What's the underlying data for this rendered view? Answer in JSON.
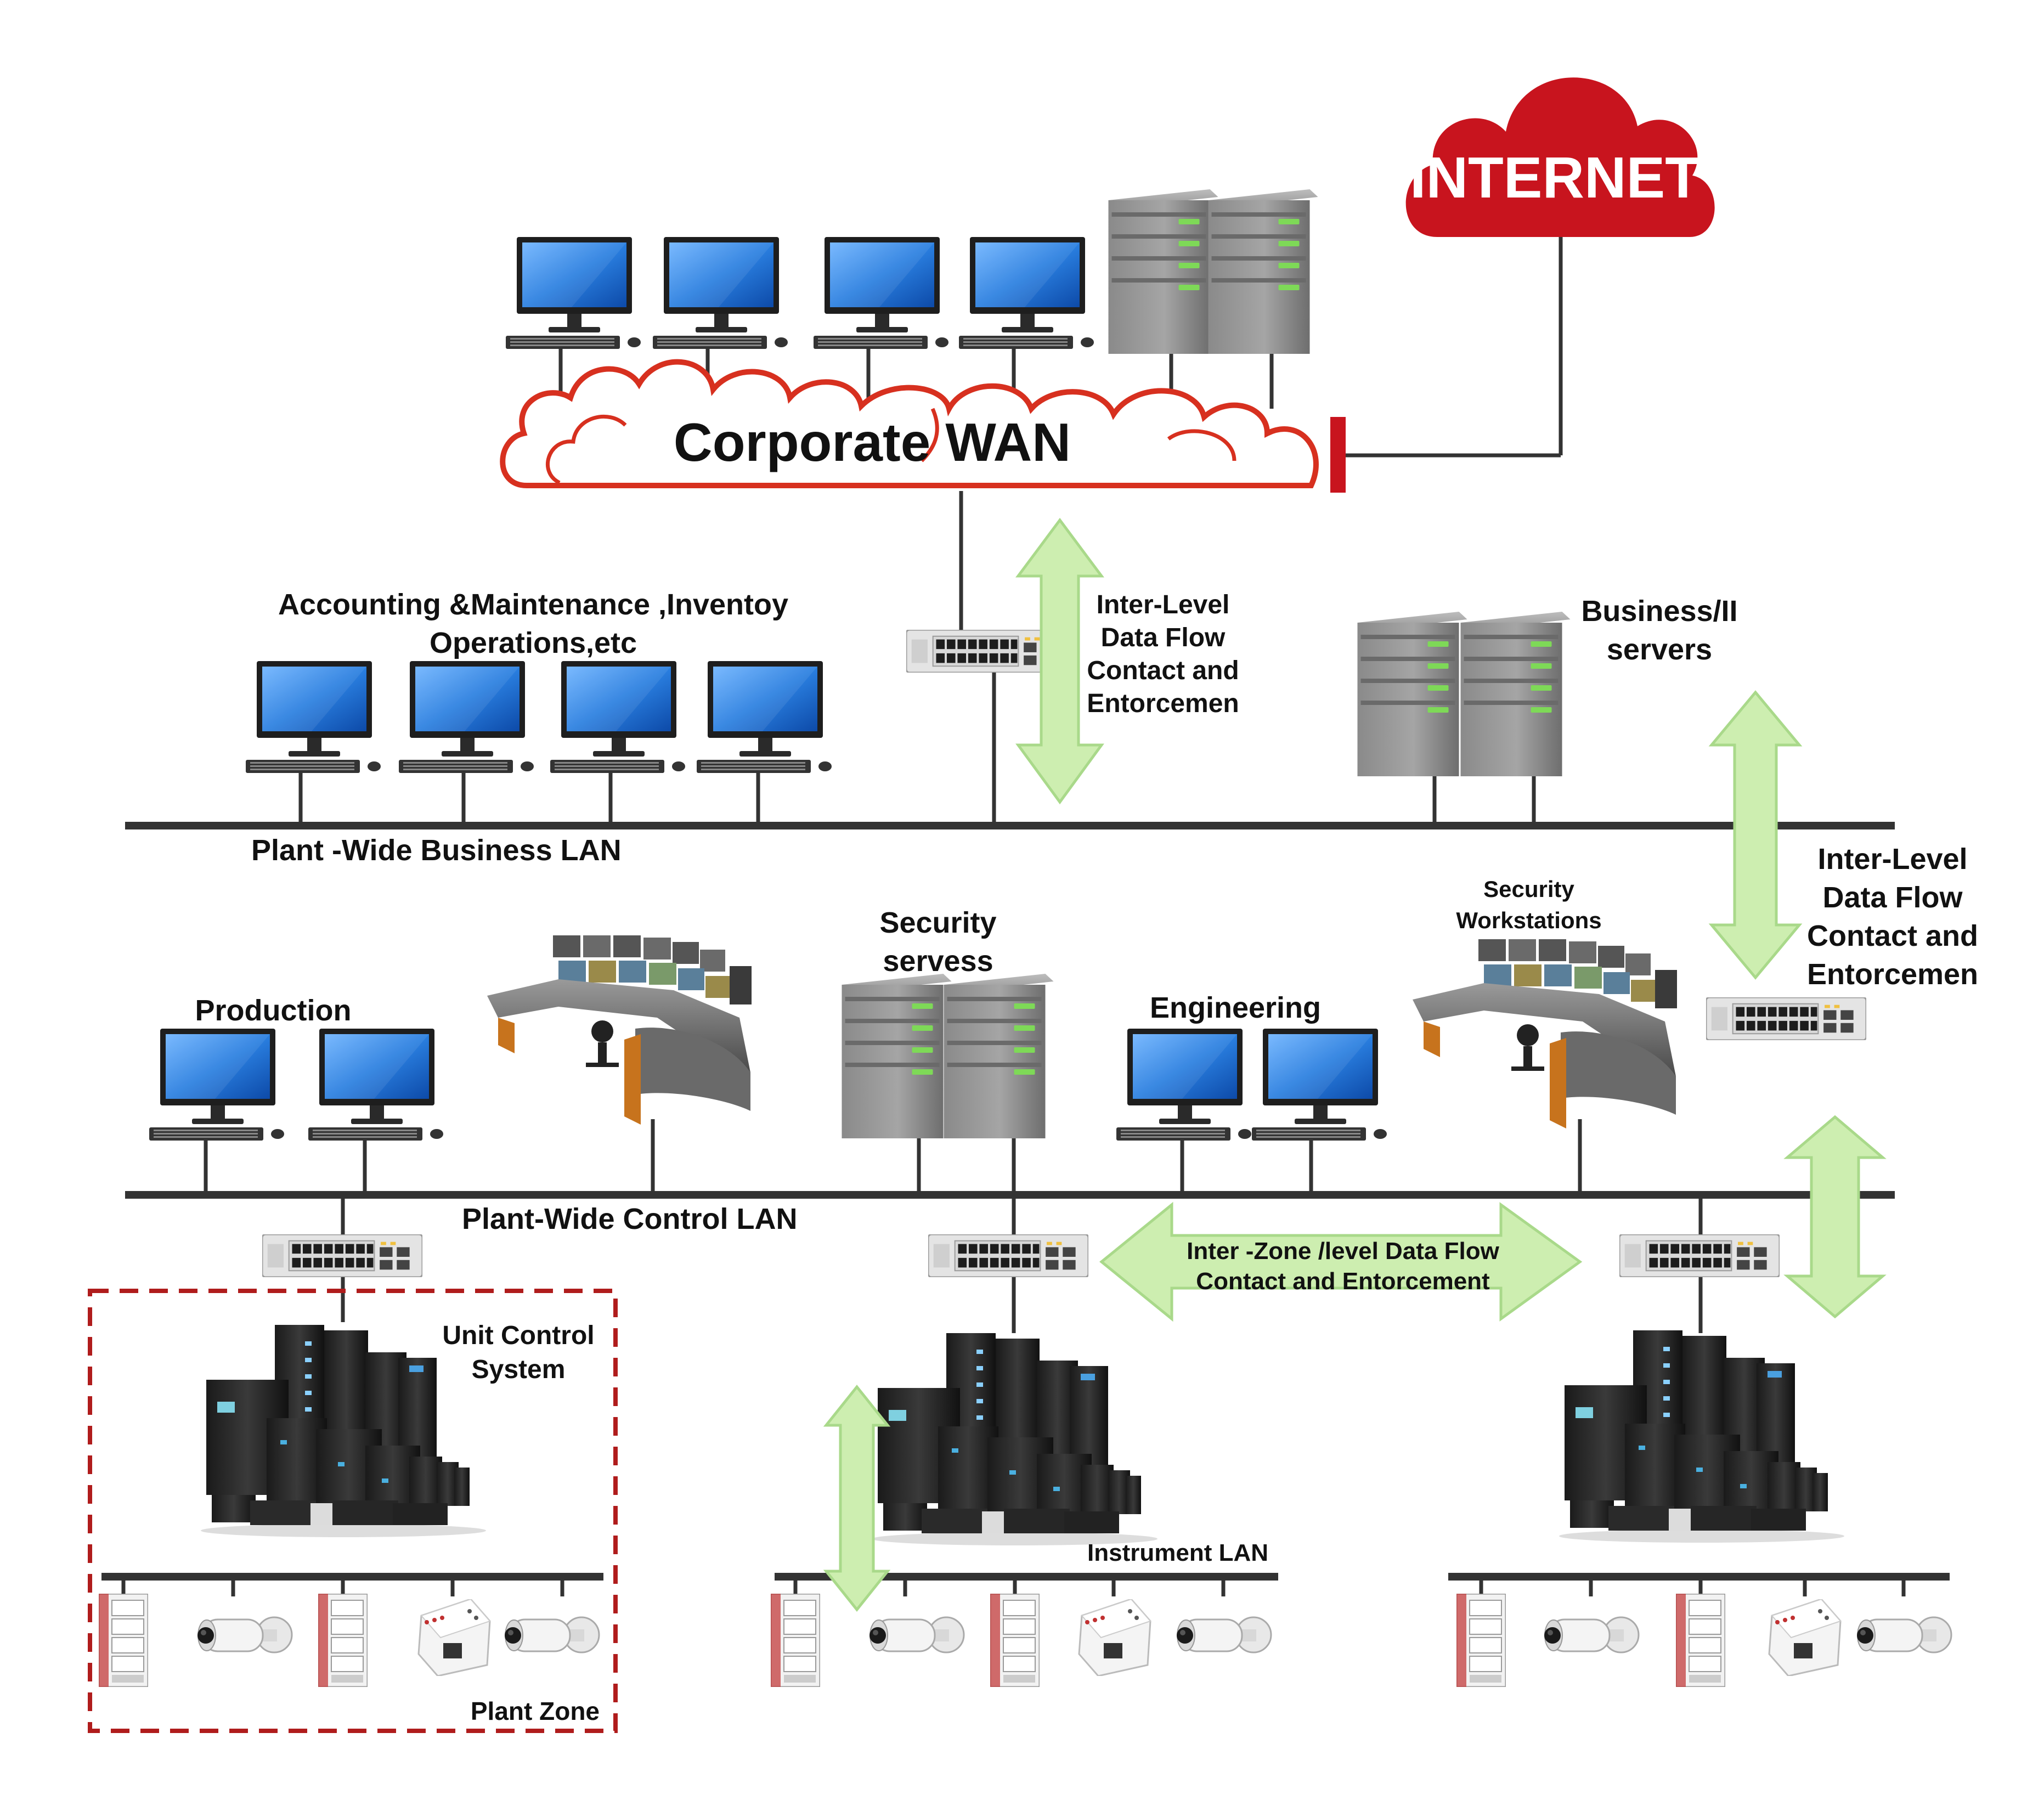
{
  "colors": {
    "line": "#333333",
    "cloud_red": "#c8141e",
    "cloud_outline": "#d7301f",
    "arrow_fill": "#cdeeb0",
    "arrow_stroke": "#a9d98a",
    "zone_border": "#b01c1c"
  },
  "internet": {
    "label": "INTERNET",
    "icon": "cloud-icon"
  },
  "wan": {
    "label": "Corporate WAN",
    "icon": "cloud-outline-icon"
  },
  "labels": {
    "accounting_1": "Accounting &Maintenance ,Inventoy",
    "accounting_2": "Operations,etc",
    "business_servers_1": "Business/II",
    "business_servers_2": "servers",
    "business_lan": "Plant -Wide Business LAN",
    "production": "Production",
    "security_servers_1": "Security",
    "security_servers_2": "servess",
    "engineering": "Engineering",
    "security_ws_1": "Security",
    "security_ws_2": "Workstations",
    "control_lan": "Plant-Wide Control LAN",
    "unit_control_1": "Unit Control",
    "unit_control_2": "System",
    "instrument_lan": "Instrument LAN",
    "plant_zone": "Plant Zone"
  },
  "flows": {
    "inter_level_1": [
      "Inter-Level",
      "Data Flow",
      "Contact and",
      "Entorcemen"
    ],
    "inter_level_2": [
      "Inter-Level",
      "Data Flow",
      "Contact and",
      "Entorcemen"
    ],
    "inter_zone": [
      "Inter -Zone /level Data Flow",
      "Contact and Entorcement"
    ]
  },
  "icons": {
    "monitor": "desktop-computer-icon",
    "server": "server-rack-icon",
    "switch": "network-switch-icon",
    "console": "control-room-console-icon",
    "ups": "ups-cabinet-icon",
    "plc": "plc-module-icon",
    "camera": "security-camera-icon",
    "io": "io-module-icon"
  }
}
